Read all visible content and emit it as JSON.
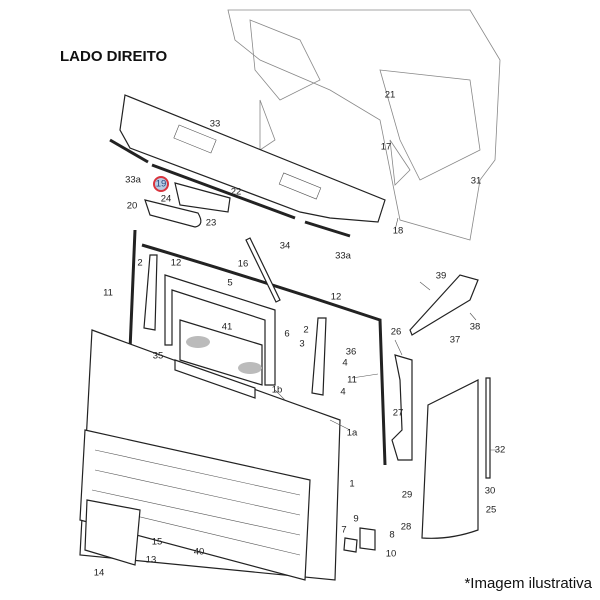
{
  "title": "LADO DIREITO",
  "note": "*Imagem ilustrativa",
  "highlight_color": "#d9343e",
  "labels": [
    "33",
    "33a",
    "33a",
    "19",
    "24",
    "22",
    "20",
    "23",
    "21",
    "17",
    "31",
    "18",
    "34",
    "16",
    "2",
    "12",
    "5",
    "11",
    "12",
    "39",
    "38",
    "37",
    "26",
    "41",
    "6",
    "2",
    "36",
    "35",
    "3",
    "4",
    "11",
    "4",
    "1b",
    "27",
    "1a",
    "32",
    "1",
    "29",
    "30",
    "28",
    "9",
    "25",
    "7",
    "8",
    "10",
    "15",
    "13",
    "40",
    "14"
  ]
}
